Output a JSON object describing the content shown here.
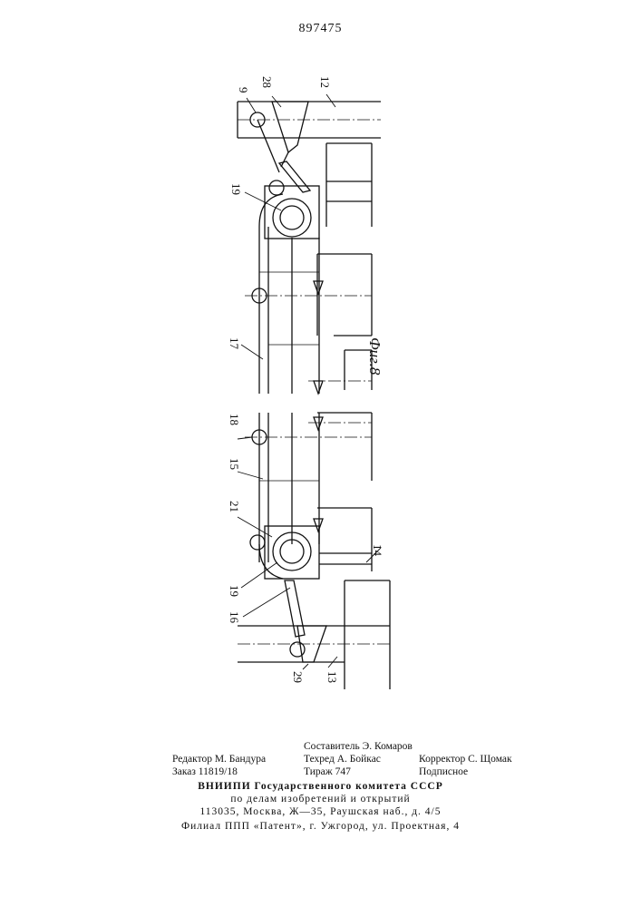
{
  "document": {
    "patent_number": "897475",
    "figure_label": "Фиг.8"
  },
  "drawing": {
    "callouts": [
      "9",
      "28",
      "12",
      "19",
      "17",
      "18",
      "15",
      "21",
      "19",
      "16",
      "14",
      "29",
      "13"
    ]
  },
  "colophon": {
    "compiler": "Составитель Э. Комаров",
    "editor": "Редактор М. Бандура",
    "techred": "Техред А. Бойкас",
    "corrector": "Корректор С. Щомак",
    "order": "Заказ 11819/18",
    "circulation": "Тираж 747",
    "subscription": "Подписное",
    "org_line1": "ВНИИПИ Государственного комитета СССР",
    "org_line2": "по делам изобретений и открытий",
    "org_line3": "113035, Москва, Ж—35, Раушская наб., д. 4/5",
    "branch": "Филиал ППП «Патент», г. Ужгород, ул. Проектная, 4"
  }
}
